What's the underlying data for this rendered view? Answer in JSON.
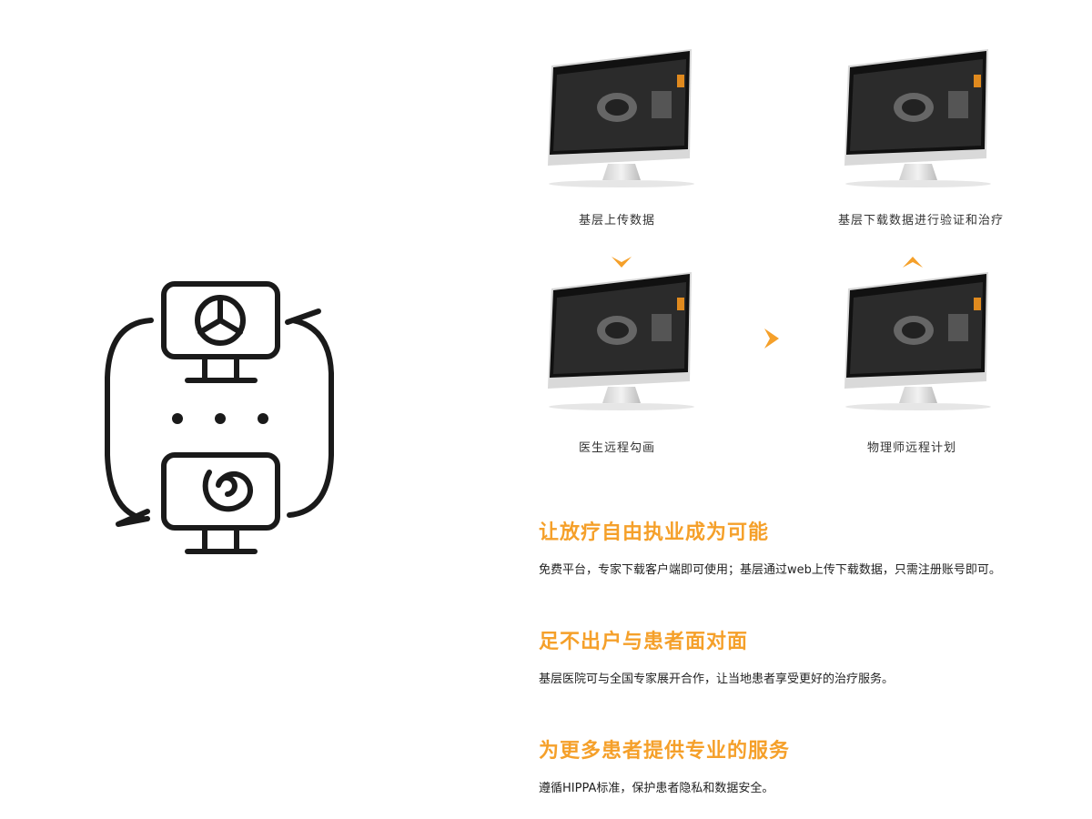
{
  "illustration": {
    "icons": [
      "monitor-icon",
      "pie-chart-icon",
      "ellipsis-icon",
      "spiral-icon",
      "cycle-arrows-icon"
    ],
    "stroke_color": "#1a1a1a"
  },
  "workflow": {
    "accent_color": "#f5a02a",
    "steps": [
      {
        "label": "基层上传数据"
      },
      {
        "label": "基层下载数据进行验证和治疗"
      },
      {
        "label": "医生远程勾画"
      },
      {
        "label": "物理师远程计划"
      }
    ]
  },
  "features": [
    {
      "title": "让放疗自由执业成为可能",
      "body": "免费平台，专家下载客户端即可使用；基层通过web上传下载数据，只需注册账号即可。"
    },
    {
      "title": "足不出户与患者面对面",
      "body": "基层医院可与全国专家展开合作，让当地患者享受更好的治疗服务。"
    },
    {
      "title": "为更多患者提供专业的服务",
      "body": "遵循HIPPA标准，保护患者隐私和数据安全。"
    }
  ]
}
